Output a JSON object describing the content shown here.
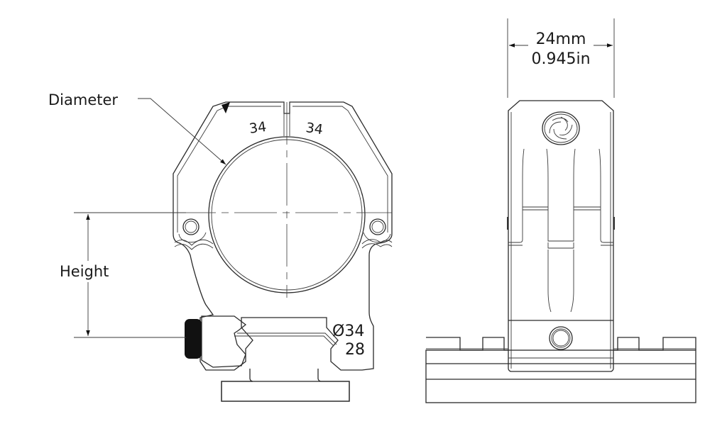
{
  "labels": {
    "diameter": "Diameter",
    "height": "Height",
    "width_mm": "24mm",
    "width_in": "0.945in",
    "engrave_left": "34",
    "engrave_right": "34",
    "engrave_dia": "Ø34",
    "engrave_height": "28"
  },
  "colors": {
    "line": "#2a2a2a",
    "background": "#ffffff",
    "fill_dark": "#111111"
  }
}
